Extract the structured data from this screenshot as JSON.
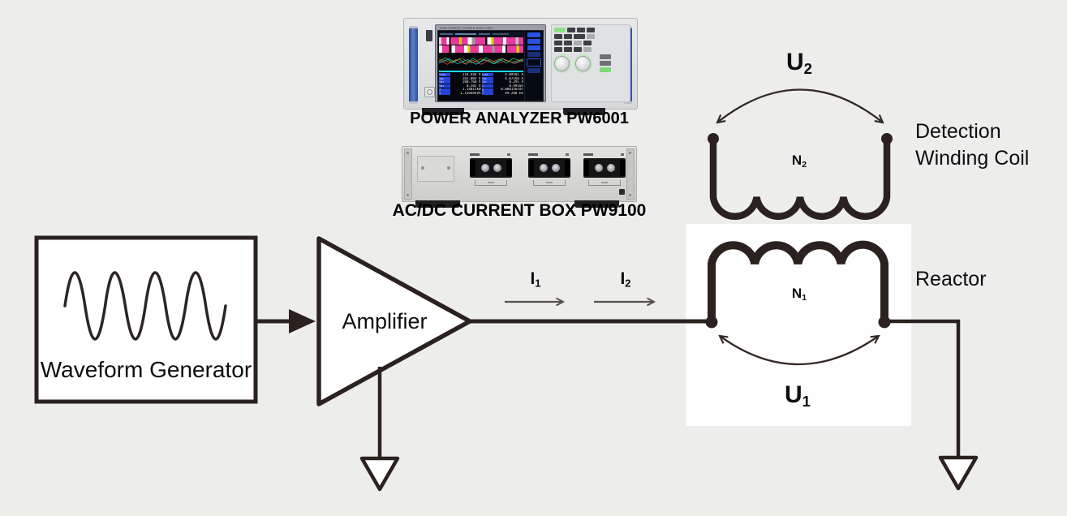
{
  "background_color": "#edeeec",
  "ink_color": "#2b2220",
  "power_analyzer": {
    "caption": "POWER ANALYZER PW6001",
    "bezel_brand": "HIOKI PW6001 POWER ANALYZER",
    "screen": {
      "readings_left": [
        {
          "label": "Urms",
          "value": "218.446 V"
        },
        {
          "label": "Umn",
          "value": "182.005 V"
        },
        {
          "label": "Udc",
          "value": "180.768 V"
        },
        {
          "label": "Uac",
          "value": "0.582 V"
        },
        {
          "label": "P",
          "value": "1.14015kW"
        },
        {
          "label": "S",
          "value": "1.15046kVA"
        }
      ],
      "readings_right": [
        {
          "label": "Irms",
          "value": "4.09501 A"
        },
        {
          "label": "Imn",
          "value": "4.07166 A"
        },
        {
          "label": "Idc",
          "value": "0.291 A"
        },
        {
          "label": "λ",
          "value": "0.99105"
        },
        {
          "label": "Q",
          "value": "0.08015kvar"
        },
        {
          "label": "f",
          "value": "49.288 Hz"
        }
      ]
    }
  },
  "current_box": {
    "caption": "AC/DC CURRENT BOX PW9100"
  },
  "generator": {
    "label": "Waveform Generator"
  },
  "amplifier": {
    "label": "Amplifier"
  },
  "reactor": {
    "label": "Reactor",
    "turns": {
      "base": "N",
      "sub": "1"
    }
  },
  "detection_coil": {
    "label_line1": "Detection",
    "label_line2": "Winding Coil",
    "turns": {
      "base": "N",
      "sub": "2"
    }
  },
  "currents": {
    "i1": {
      "base": "I",
      "sub": "1"
    },
    "i2": {
      "base": "I",
      "sub": "2"
    }
  },
  "voltages": {
    "u1": {
      "base": "U",
      "sub": "1"
    },
    "u2": {
      "base": "U",
      "sub": "2"
    }
  }
}
